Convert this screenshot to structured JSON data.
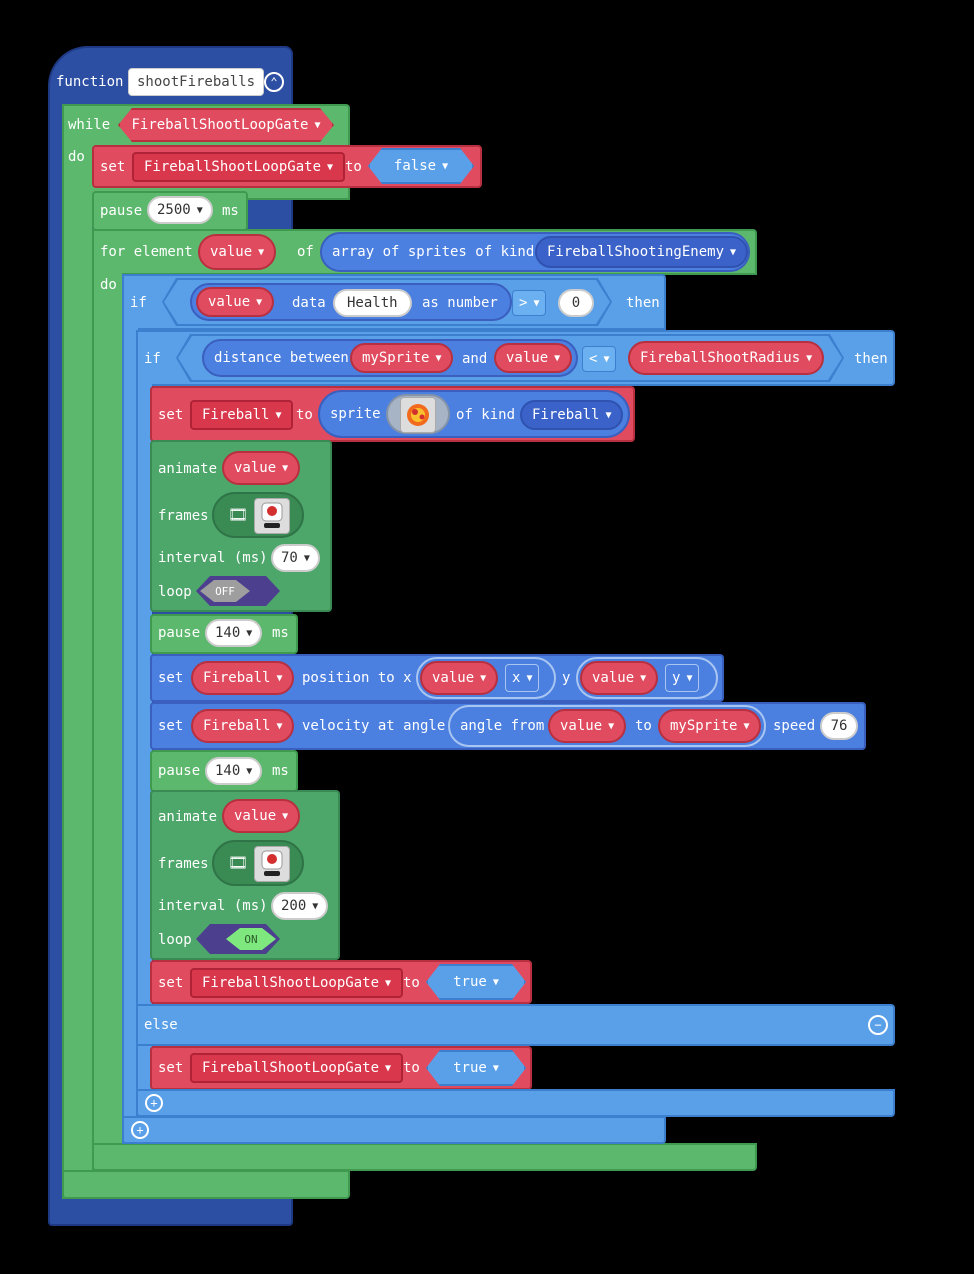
{
  "function_block": {
    "keyword": "function",
    "name": "shootFireballs"
  },
  "while_block": {
    "keyword": "while",
    "condition": "FireballShootLoopGate",
    "do": "do"
  },
  "set1": {
    "keyword": "set",
    "var": "FireballShootLoopGate",
    "to": "to",
    "value": "false"
  },
  "pause1": {
    "keyword": "pause",
    "value": "2500",
    "unit": "ms"
  },
  "for_block": {
    "keyword": "for element",
    "var": "value",
    "of": "of",
    "array_text": "array of sprites of kind",
    "kind": "FireballShootingEnemy",
    "do": "do"
  },
  "if1": {
    "keyword": "if",
    "var": "value",
    "data": "data",
    "field": "Health",
    "as_number": "as number",
    "op": ">",
    "num": "0",
    "then": "then"
  },
  "if2": {
    "keyword": "if",
    "distance": "distance between",
    "a": "mySprite",
    "and": "and",
    "b": "value",
    "op": "<",
    "radius": "FireballShootRadius",
    "then": "then"
  },
  "set_fireball": {
    "keyword": "set",
    "var": "Fireball",
    "to": "to",
    "sprite": "sprite",
    "of_kind": "of kind",
    "kind": "Fireball"
  },
  "animate1": {
    "keyword": "animate",
    "var": "value",
    "frames": "frames",
    "interval": "interval (ms)",
    "interval_value": "70",
    "loop": "loop",
    "loop_state": "OFF"
  },
  "pause2": {
    "keyword": "pause",
    "value": "140",
    "unit": "ms"
  },
  "set_pos": {
    "keyword": "set",
    "var": "Fireball",
    "text": "position to x",
    "x_var": "value",
    "x_prop": "x",
    "y": "y",
    "y_var": "value",
    "y_prop": "y"
  },
  "set_vel": {
    "keyword": "set",
    "var": "Fireball",
    "text": "velocity at angle",
    "angle_from": "angle from",
    "a": "value",
    "to": "to",
    "b": "mySprite",
    "speed": "speed",
    "speed_value": "76"
  },
  "pause3": {
    "keyword": "pause",
    "value": "140",
    "unit": "ms"
  },
  "animate2": {
    "keyword": "animate",
    "var": "value",
    "frames": "frames",
    "interval": "interval (ms)",
    "interval_value": "200",
    "loop": "loop",
    "loop_state": "ON"
  },
  "set_true1": {
    "keyword": "set",
    "var": "FireballShootLoopGate",
    "to": "to",
    "value": "true"
  },
  "else_label": "else",
  "set_true2": {
    "keyword": "set",
    "var": "FireballShootLoopGate",
    "to": "to",
    "value": "true"
  },
  "colors": {
    "function": "#2c4ea3",
    "loops": "#5cb86c",
    "variables": "#e04b5f",
    "logic": "#5aa0e8",
    "sprites": "#4b7fe0",
    "animation": "#4da66a"
  }
}
